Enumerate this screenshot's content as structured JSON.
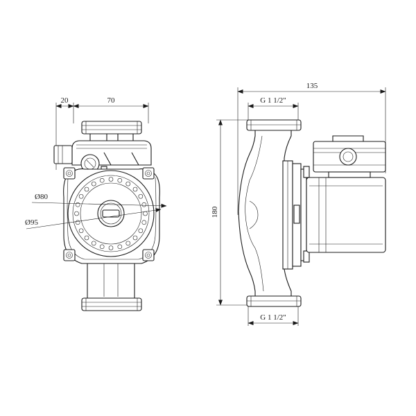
{
  "front_view": {
    "dim_flange_offset": "20",
    "dim_width": "70",
    "dim_inner_diameter": "Ø80",
    "dim_outer_diameter": "Ø95"
  },
  "side_view": {
    "dim_overall_length": "135",
    "dim_height": "180",
    "thread_top": "G 1 1/2\"",
    "thread_bottom": "G 1 1/2\""
  }
}
